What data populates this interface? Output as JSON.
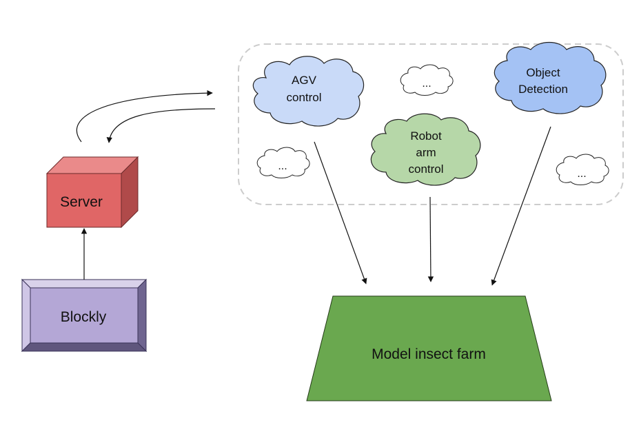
{
  "nodes": {
    "server": {
      "label": "Server",
      "color": "#e06666"
    },
    "blockly": {
      "label": "Blockly",
      "color": "#b4a7d6"
    },
    "agv": {
      "line1": "AGV",
      "line2": "control",
      "color": "#c9daf8"
    },
    "object_detection": {
      "line1": "Object",
      "line2": "Detection",
      "color": "#a4c2f4"
    },
    "robot_arm": {
      "line1": "Robot",
      "line2": "arm",
      "line3": "control",
      "color": "#b6d7a8"
    },
    "placeholder_text": "...",
    "farm": {
      "label": "Model insect farm",
      "color": "#6aa84f"
    }
  },
  "group_border_color": "#cccccc"
}
